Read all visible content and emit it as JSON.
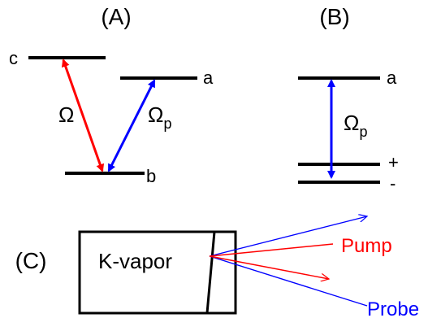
{
  "panels": {
    "a": "(A)",
    "b": "(B)",
    "c": "(C)"
  },
  "panel_a": {
    "levels": {
      "c": "c",
      "a": "a",
      "b": "b"
    },
    "coupling": "Ω",
    "probe": {
      "symbol": "Ω",
      "subscript": "p"
    }
  },
  "panel_b": {
    "levels": {
      "a": "a",
      "plus": "+",
      "minus": "-"
    },
    "probe": {
      "symbol": "Ω",
      "subscript": "p"
    }
  },
  "panel_c": {
    "cell_label": "K-vapor",
    "pump_label": "Pump",
    "probe_label": "Probe"
  },
  "colors": {
    "levels": "#000000",
    "pump": "#ff0000",
    "probe": "#0000ff"
  }
}
